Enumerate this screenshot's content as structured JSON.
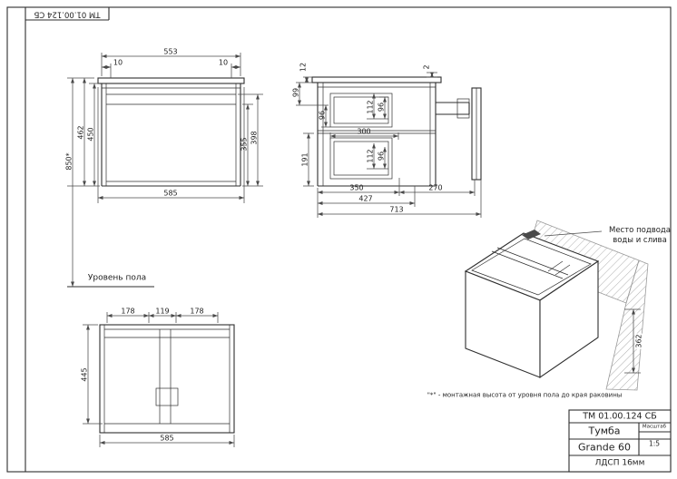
{
  "sheet": {
    "stamp": "ТМ 01.00.124 СБ"
  },
  "title_block": {
    "doc_number": "ТМ 01.00.124 СБ",
    "product": "Тумба",
    "model": "Grande 60",
    "material": "ЛДСП 16мм",
    "scale_label": "Масштаб",
    "scale_value": "1:5"
  },
  "annotations": {
    "floor_level": "Уровень пола",
    "water_point_line1": "Место подвода",
    "water_point_line2": "воды и слива",
    "footnote": "\"*\" - монтажная высота от уровня пола до края раковины"
  },
  "front_view": {
    "top_width": "553",
    "overhang_left": "10",
    "overhang_right": "10",
    "carcass_height": "450",
    "total_height": "462",
    "mounting_height": "850*",
    "level_355": "355",
    "level_398": "398",
    "total_width": "585"
  },
  "side_view": {
    "top_thickness": "12",
    "back_gap": "2",
    "top_offset": "99",
    "upper_front": "96",
    "upper_inner_a": "112",
    "upper_inner_b": "96",
    "mid_width": "300",
    "lower_height": "191",
    "lower_inner_a": "112",
    "lower_inner_b": "96",
    "depth_carcass": "350",
    "rail_extension": "270",
    "depth_427": "427",
    "depth_full": "713"
  },
  "bottom_view": {
    "left_section": "178",
    "center_section": "119",
    "right_section": "178",
    "depth": "445",
    "width": "585"
  },
  "iso_view": {
    "wall_height": "362"
  }
}
